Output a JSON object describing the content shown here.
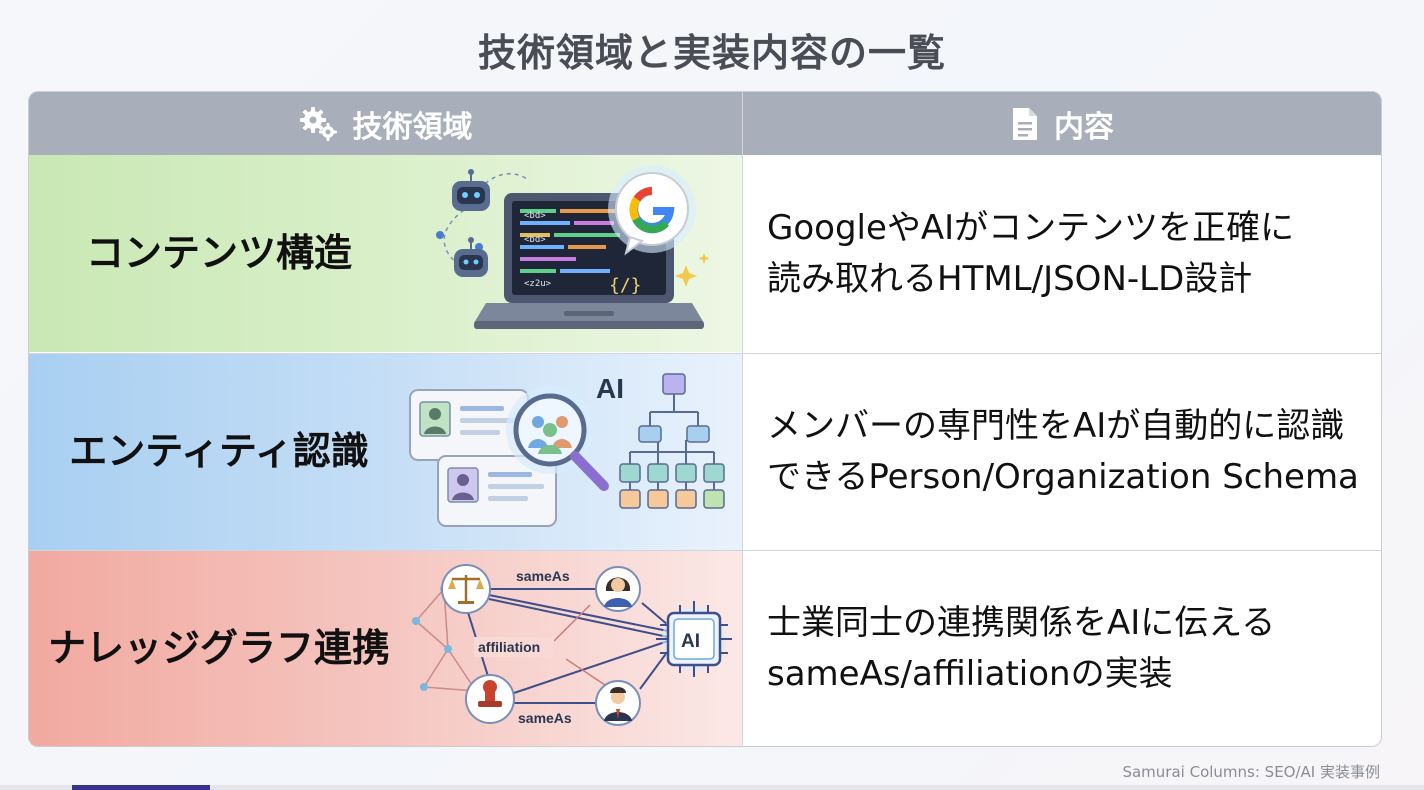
{
  "title": "技術領域と実装内容の一覧",
  "table": {
    "header": {
      "left_label": "技術領域",
      "left_icon": "gears-icon",
      "right_label": "内容",
      "right_icon": "document-icon"
    },
    "rows": [
      {
        "domain_lines": [
          "コンテンツ構造"
        ],
        "content_lines": [
          "GoogleやAIがコンテンツを正確に",
          "読み取れるHTML/JSON-LD設計"
        ],
        "illustration": "laptop-code-google-robots-illustration",
        "code_tags": [
          "<bd>",
          "<bd>",
          "<z2u>"
        ],
        "code_brace": "{/}",
        "google_letter": "G"
      },
      {
        "domain_lines": [
          "エンティティ認識"
        ],
        "content_lines": [
          "メンバーの専門性をAIが自動的に認識",
          "できるPerson/Organization Schema"
        ],
        "illustration": "profile-cards-magnifier-ai-illustration",
        "ai_text": "AI"
      },
      {
        "domain_lines": [
          "ナレッジグラフ",
          "連携"
        ],
        "content_lines": [
          "士業同士の連携関係をAIに伝える",
          "sameAs/affiliationの実装"
        ],
        "illustration": "knowledge-graph-network-illustration",
        "edge_labels": [
          "sameAs",
          "affiliation",
          "sameAs"
        ],
        "chip_text": "AI"
      }
    ]
  },
  "footer": "Samurai Columns: SEO/AI 実装事例",
  "colors": {
    "header_bg": "#a9afba",
    "row1_bg": "#c9e8b4",
    "row2_bg": "#a8cff1",
    "row3_bg": "#f1a9a0"
  }
}
